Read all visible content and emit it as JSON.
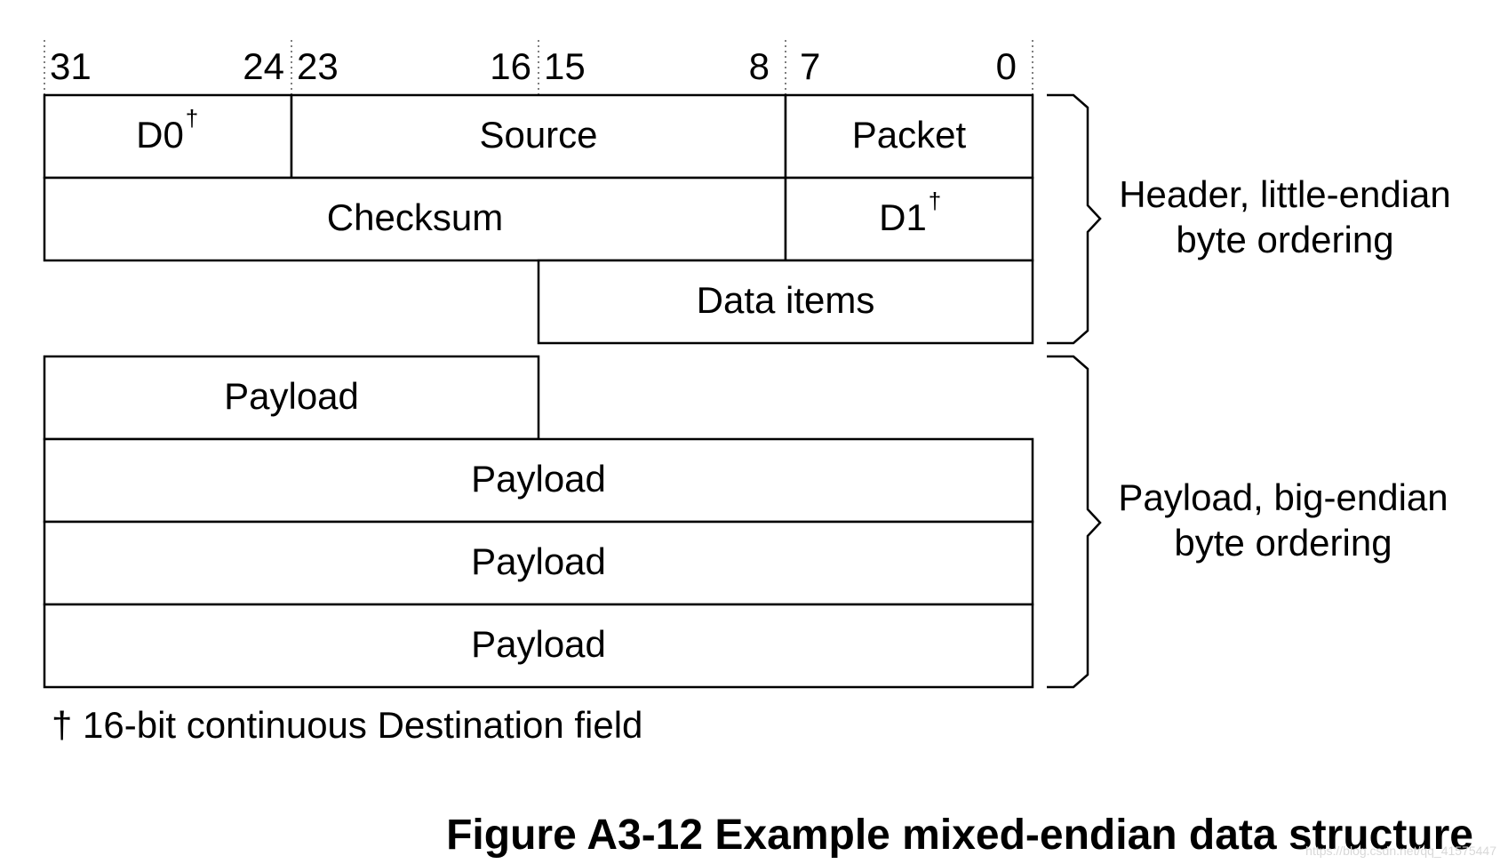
{
  "bit_labels": [
    "31",
    "24",
    "23",
    "16",
    "15",
    "8",
    "7",
    "0"
  ],
  "header_fields": {
    "d0": "D0",
    "source": "Source",
    "packet": "Packet",
    "checksum": "Checksum",
    "d1": "D1",
    "data_items": "Data items",
    "dagger": "†"
  },
  "payload_fields": [
    "Payload",
    "Payload",
    "Payload",
    "Payload"
  ],
  "braces": {
    "header": [
      "Header, little-endian",
      "byte ordering"
    ],
    "payload": [
      "Payload, big-endian",
      "byte ordering"
    ]
  },
  "footnote": "† 16-bit continuous Destination field",
  "caption": "Figure A3-12 Example mixed-endian data structure",
  "watermark": "https://blog.csdn.net/qq_41575447"
}
